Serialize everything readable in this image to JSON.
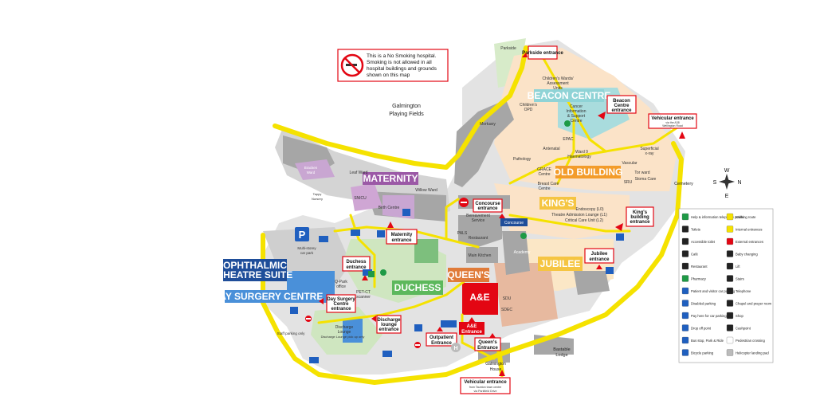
{
  "notice": {
    "line1": "This is a No Smoking hospital.",
    "line2": "Smoking is not allowed in all",
    "line3": "hospital buildings and grounds",
    "line4": "shown on this map"
  },
  "areas": {
    "playing_fields_1": "Galmington",
    "playing_fields_2": "Playing Fields",
    "cemetery": "Cemetery",
    "mortuary": "Mortuary",
    "parkside": "Parkside",
    "staff_parking_1": "Staff parking only",
    "staff_parking_2": "Discharge Lounge pick up only"
  },
  "buildings": {
    "beacon": "BEACON CENTRE",
    "old_building": "OLD BUILDING",
    "kings": "KING'S",
    "jubilee": "JUBILEE",
    "maternity": "MATERNITY",
    "duchess": "DUCHESS",
    "queens": "QUEEN'S",
    "ophthalmic_1": "OPHTHALMIC",
    "ophthalmic_2": "THEATRE SUITE",
    "day_surgery": "DAY SURGERY CENTRE",
    "ae": "A&E",
    "concourse": "Concourse",
    "academy": "Academy",
    "sdu": "SDU",
    "sdec": "SDEC",
    "bastable_1": "Bastable",
    "bastable_2": "Lodge",
    "galmington_1": "Galmington",
    "galmington_2": "House",
    "msc_1": "Multi-storey",
    "msc_2": "car park",
    "bracken_1": "Bracken",
    "bracken_2": "Ward",
    "nursery_1": "Tappy",
    "nursery_2": "Nursery"
  },
  "departments": {
    "childrens_wards_1": "Children's Wards/",
    "childrens_wards_2": "Assessment",
    "childrens_wards_3": "Units",
    "childrens_opd_1": "Children's",
    "childrens_opd_2": "OPD",
    "cancer_1": "Cancer",
    "cancer_2": "Information",
    "cancer_3": "& Support",
    "cancer_4": "Centre",
    "epac": "EPAC",
    "ward9": "Ward 9",
    "haematology": "Haematology",
    "antenatal": "Antenatal",
    "pathology": "Pathology",
    "superficial_1": "Superficial",
    "superficial_2": "x-ray",
    "vascular": "Vascular",
    "tor_ward": "Tor ward",
    "stoma": "Stoma Care",
    "sru": "SRU",
    "grace_1": "GRACE",
    "grace_2": "Centre",
    "breast_1": "Breast Care",
    "breast_2": "Centre",
    "endoscopy": "Endoscopy (L0)",
    "theatre_admission": "Theatre Admission Lounge (L1)",
    "critical_care": "Critical Care Unit (L2)",
    "bereavement_1": "Bereavement",
    "bereavement_2": "Service",
    "pals": "PALS",
    "restaurant": "Restaurant",
    "main_kitchen": "Main Kitchen",
    "qpark_1": "Q-Park",
    "qpark_2": "office",
    "petct_1": "PET-CT",
    "petct_2": "scanner",
    "discharge_1": "Discharge",
    "discharge_2": "Lounge",
    "leaf_ward": "Leaf Ward",
    "willow_ward": "Willow Ward",
    "snicu": "SNICU",
    "birth_centre": "Birth Centre"
  },
  "entrances": {
    "parkside": "Parkside entrance",
    "beacon_1": "Beacon",
    "beacon_2": "Centre",
    "beacon_3": "entrance",
    "vehicular_top_1": "Vehicular entrance",
    "vehicular_top_2": "via the A38",
    "vehicular_top_3": "Wellington Road",
    "concourse_1": "Concourse",
    "concourse_2": "entrance",
    "kings_1": "King's",
    "kings_2": "building",
    "kings_3": "entrance",
    "jubilee_1": "Jubilee",
    "jubilee_2": "entrance",
    "maternity_1": "Maternity",
    "maternity_2": "entrance",
    "duchess_1": "Duchess",
    "duchess_2": "entrance",
    "day_surgery_1": "Day Surgery",
    "day_surgery_2": "Centre",
    "day_surgery_3": "entrance",
    "discharge_1": "Discharge",
    "discharge_2": "lounge",
    "discharge_3": "entrance",
    "outpatient_1": "Outpatient",
    "outpatient_2": "Entrance",
    "ae_1": "A&E",
    "ae_2": "Entrance",
    "queens_1": "Queen's",
    "queens_2": "Entrance",
    "vehicular_bottom_1": "Vehicular entrance",
    "vehicular_bottom_2": "from Taunton town centre",
    "vehicular_bottom_3": "via Parkfield Drive"
  },
  "compass": {
    "n": "N",
    "s": "S",
    "e": "E",
    "w": "W"
  },
  "legend": [
    {
      "icon": "info-icon",
      "label": "Help & information telephone points"
    },
    {
      "icon": "walking-route-icon",
      "label": "Walking route"
    },
    {
      "icon": "toilets-icon",
      "label": "Toilets"
    },
    {
      "icon": "internal-entrance-icon",
      "label": "Internal entrances"
    },
    {
      "icon": "accessible-toilet-icon",
      "label": "Accessible toilet"
    },
    {
      "icon": "external-entrance-icon",
      "label": "External entrances"
    },
    {
      "icon": "cafe-icon",
      "label": "Café"
    },
    {
      "icon": "baby-changing-icon",
      "label": "Baby changing"
    },
    {
      "icon": "restaurant-icon",
      "label": "Restaurant"
    },
    {
      "icon": "lift-icon",
      "label": "Lift"
    },
    {
      "icon": "pharmacy-icon",
      "label": "Pharmacy"
    },
    {
      "icon": "stairs-icon",
      "label": "Stairs"
    },
    {
      "icon": "parking-icon",
      "label": "Patient and visitor car parking"
    },
    {
      "icon": "telephone-icon",
      "label": "Telephone"
    },
    {
      "icon": "disabled-parking-icon",
      "label": "Disabled parking"
    },
    {
      "icon": "chapel-icon",
      "label": "Chapel and prayer room"
    },
    {
      "icon": "pay-station-icon",
      "label": "Pay here for car parking"
    },
    {
      "icon": "shop-icon",
      "label": "Shop"
    },
    {
      "icon": "drop-off-icon",
      "label": "Drop off point"
    },
    {
      "icon": "cashpoint-icon",
      "label": "Cashpoint"
    },
    {
      "icon": "bus-stop-icon",
      "label": "Bus stop, Park & Ride"
    },
    {
      "icon": "pedestrian-crossing-icon",
      "label": "Pedestrian crossing"
    },
    {
      "icon": "bicycle-parking-icon",
      "label": "Bicycle parking"
    },
    {
      "icon": "helipad-icon",
      "label": "Helicopter landing pad"
    }
  ],
  "colors": {
    "road": "#f5e200",
    "building_grey": "#a6a6a6",
    "green_space": "#d7ebc9",
    "entrance_red": "#e30613",
    "beacon": "#8fd3d6",
    "old_building": "#f39c2a",
    "kings": "#f5c542",
    "jubilee": "#f5c542",
    "maternity": "#9b59a6",
    "duchess": "#5cb85c",
    "queens": "#e07b39",
    "ophthalmic": "#1f4e9a",
    "day_surgery": "#4a90d9",
    "ae": "#e30613",
    "parking_blue": "#1f5fbf"
  }
}
